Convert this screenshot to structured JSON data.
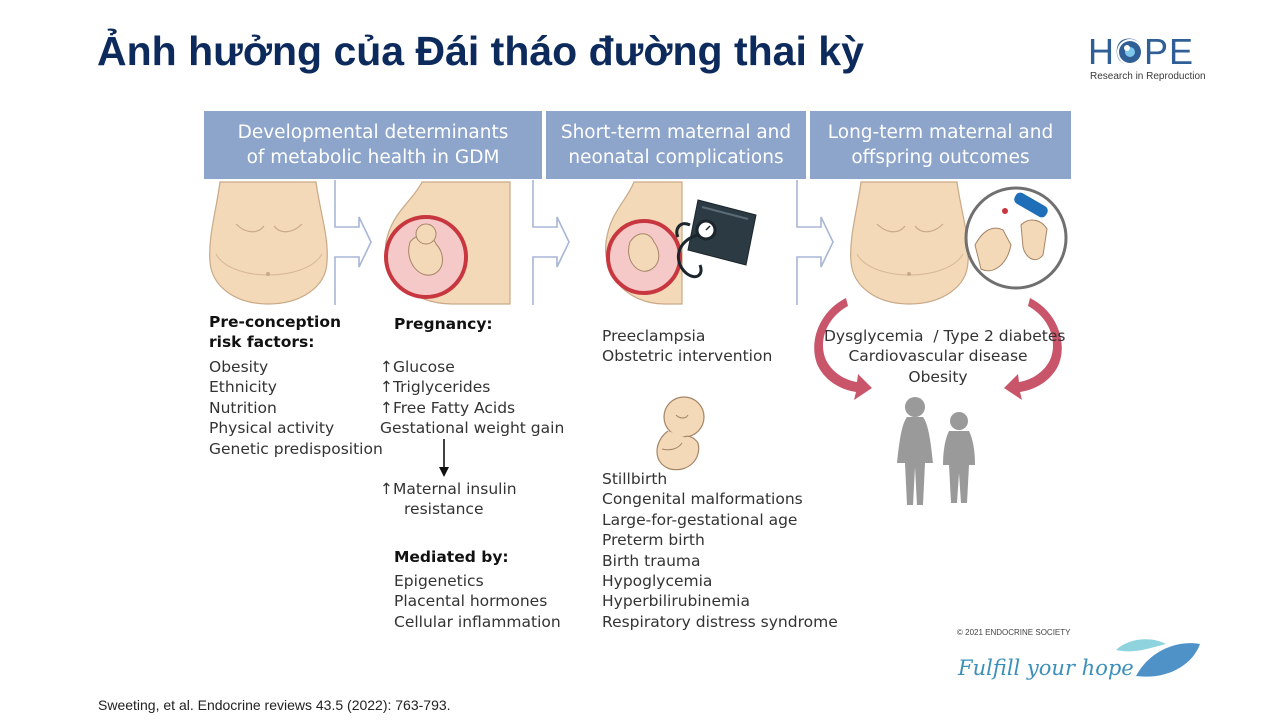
{
  "slide": {
    "title": "Ảnh hưởng của Đái tháo đường thai kỳ",
    "citation": "Sweeting, et al. Endocrine reviews 43.5 (2022): 763-793."
  },
  "logo": {
    "word": "HOPE",
    "subtitle": "Research in Reproduction"
  },
  "headers": [
    {
      "line1": "Developmental determinants",
      "line2": "of metabolic health in GDM"
    },
    {
      "line1": "Short-term maternal and",
      "line2": "neonatal complications"
    },
    {
      "line1": "Long-term maternal and",
      "line2": "offspring outcomes"
    }
  ],
  "preconception": {
    "title_line1": "Pre-conception",
    "title_line2": "risk factors:",
    "items": [
      "Obesity",
      "Ethnicity",
      "Nutrition",
      "Physical activity",
      "Genetic predisposition"
    ]
  },
  "pregnancy": {
    "title": "Pregnancy:",
    "items": [
      "↑Glucose",
      "↑Triglycerides",
      "↑Free Fatty Acids",
      "Gestational weight gain"
    ],
    "result_line1": "↑Maternal insulin",
    "result_line2": "resistance",
    "mediated_title": "Mediated by:",
    "mediated_items": [
      "Epigenetics",
      "Placental hormones",
      "Cellular inflammation"
    ]
  },
  "maternal_complications": {
    "items": [
      "Preeclampsia",
      "Obstetric intervention"
    ]
  },
  "neonatal_complications": {
    "items": [
      "Stillbirth",
      "Congenital malformations",
      "Large-for-gestational age",
      "Preterm birth",
      "Birth trauma",
      "Hypoglycemia",
      "Hyperbilirubinemia",
      "Respiratory distress syndrome"
    ]
  },
  "long_term": {
    "items": [
      "Dysglycemia  / Type 2 diabetes",
      "Cardiovascular disease",
      "Obesity"
    ]
  },
  "footer": {
    "copyright": "© 2021 ENDOCRINE SOCIETY",
    "tagline": "Fulfill your hope"
  },
  "colors": {
    "title": "#0d2a5c",
    "header_bg": "#8da4cb",
    "skin": "#f3d9b8",
    "arrow_red": "#c8556a",
    "silhouette": "#9a9a9a",
    "logo_blue": "#2f5f95"
  },
  "icons": [
    "eye-logo-icon",
    "chevron-right-icon",
    "torso-icon",
    "pregnant-belly-icon",
    "blood-pressure-cuff-icon",
    "glucose-meter-icon",
    "fetus-icon",
    "cycle-arrow-icon",
    "mother-child-silhouette-icon",
    "leaf-logo-icon"
  ]
}
